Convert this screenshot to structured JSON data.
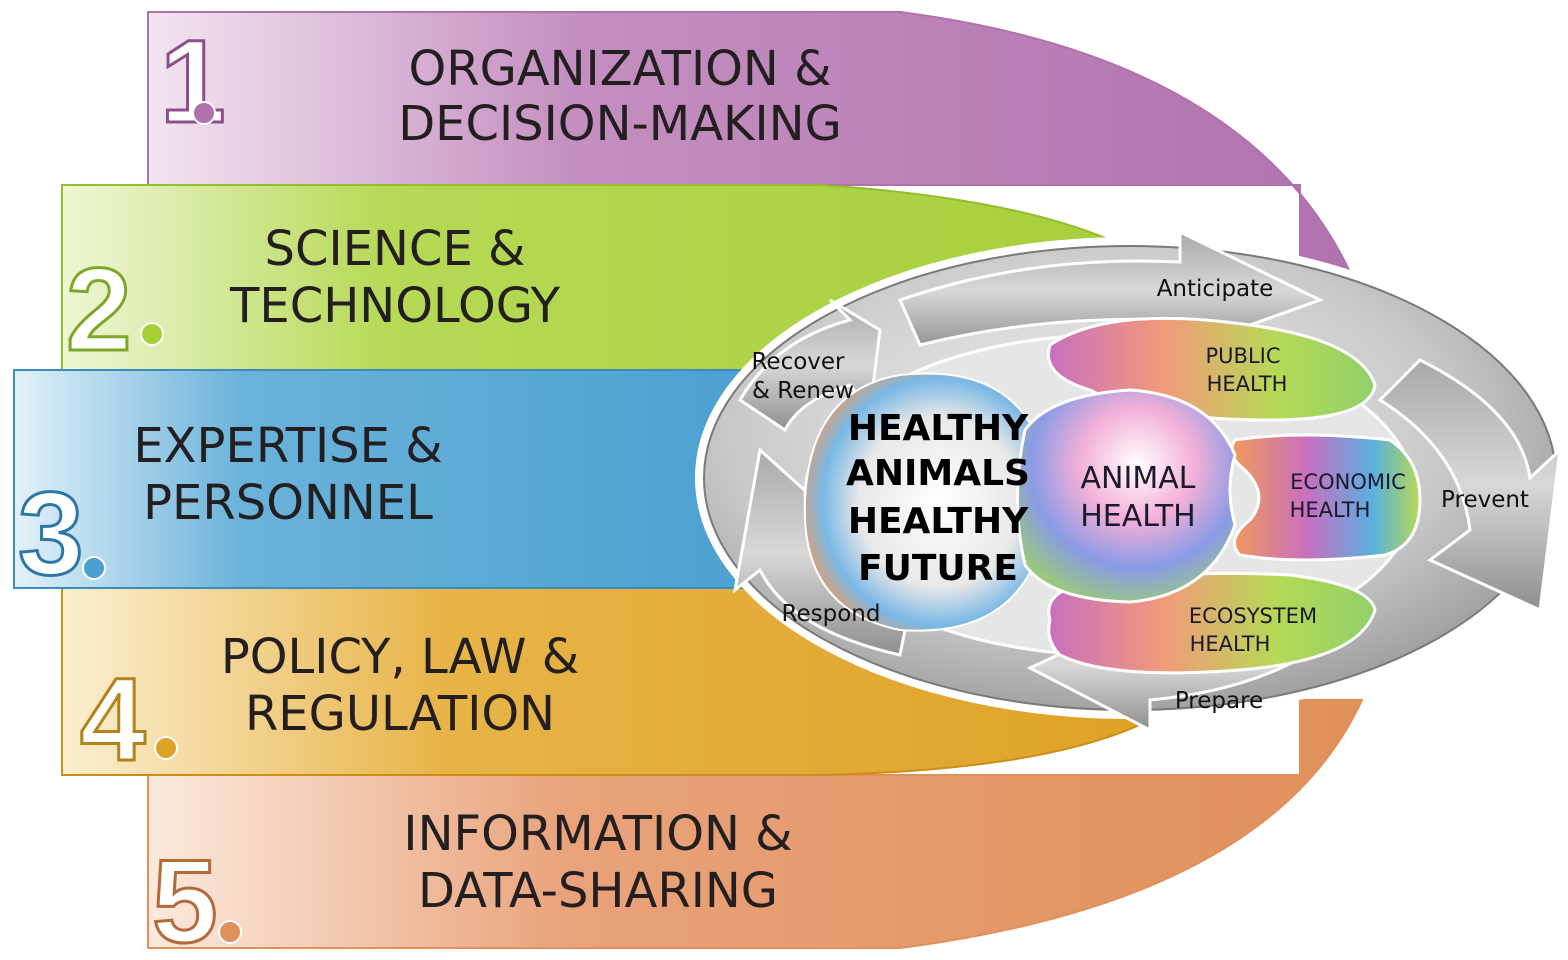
{
  "pillars": [
    {
      "number": "1",
      "line1": "ORGANIZATION &",
      "line2": "DECISION-MAKING",
      "color": "#b072ad"
    },
    {
      "number": "2",
      "line1": "SCIENCE &",
      "line2": "TECHNOLOGY",
      "color": "#a6cf3a"
    },
    {
      "number": "3",
      "line1": "EXPERTISE &",
      "line2": "PERSONNEL",
      "color": "#4aa0d0"
    },
    {
      "number": "4",
      "line1": "POLICY, LAW &",
      "line2": "REGULATION",
      "color": "#e0a32a"
    },
    {
      "number": "5",
      "line1": "INFORMATION &",
      "line2": "DATA-SHARING",
      "color": "#e0905a"
    }
  ],
  "core": {
    "lines": [
      "HEALTHY",
      "ANIMALS",
      "HEALTHY",
      "FUTURE"
    ]
  },
  "cycle": {
    "anticipate": "Anticipate",
    "prevent": "Prevent",
    "prepare": "Prepare",
    "respond": "Respond",
    "recover_line1": "Recover",
    "recover_line2": "& Renew"
  },
  "domains": {
    "center_line1": "ANIMAL",
    "center_line2": "HEALTH",
    "public_line1": "PUBLIC",
    "public_line2": "HEALTH",
    "economic_line1": "ECONOMIC",
    "economic_line2": "HEALTH",
    "ecosystem_line1": "ECOSYSTEM",
    "ecosystem_line2": "HEALTH"
  }
}
